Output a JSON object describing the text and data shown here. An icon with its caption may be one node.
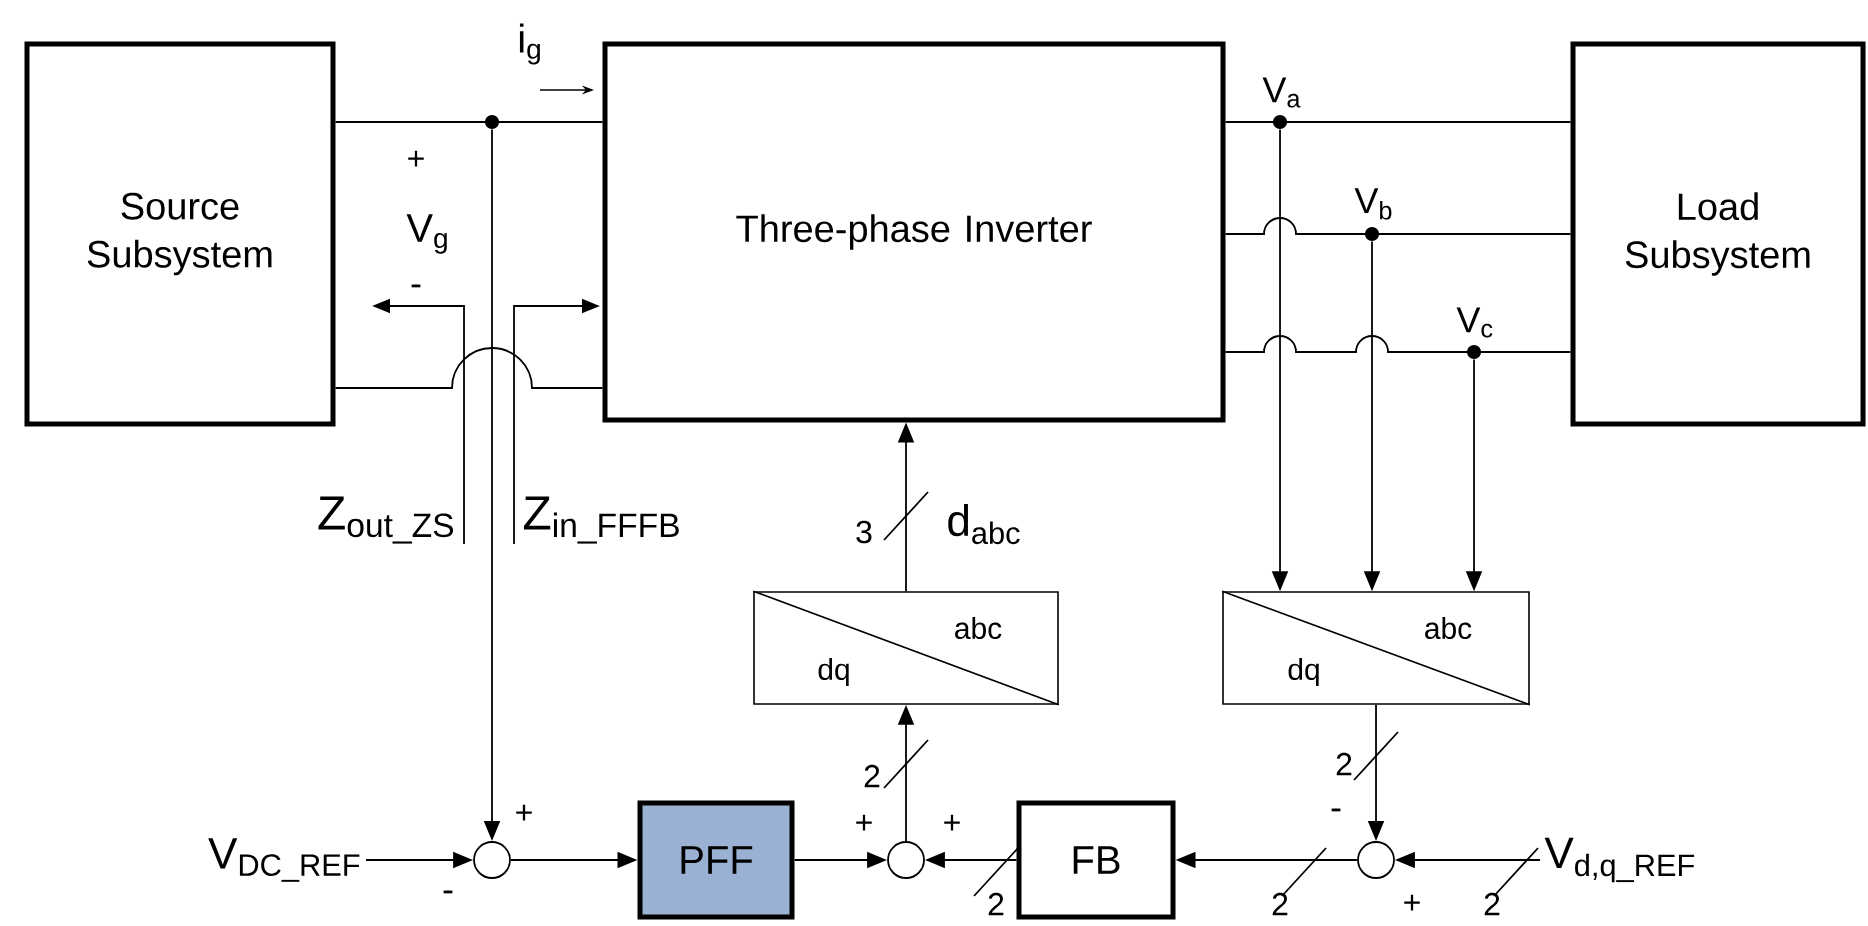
{
  "diagram": {
    "nodes": [
      {
        "text": [
          "Source Subsystem"
        ]
      },
      {
        "text": [
          "Three-phase Inverter"
        ]
      },
      {
        "text": [
          "Load Subsystem"
        ]
      },
      {
        "text": [],
        "shape": "dot"
      },
      {
        "text": [],
        "shape": "dot",
        "beside": [
          "V$_{a}$"
        ]
      },
      {
        "text": [],
        "shape": "dot",
        "beside": [
          "V$_{b}$"
        ]
      },
      {
        "text": [],
        "shape": "dot",
        "beside": [
          "V$_{c}$"
        ]
      },
      {
        "text": [
          "abc",
          "dq"
        ]
      },
      {
        "text": [
          "abc",
          "dq"
        ]
      },
      {
        "text": [
          "V$_{DC_REF}$"
        ]
      },
      {
        "text": [],
        "shape": "circle"
      },
      {
        "text": [
          "PFF"
        ]
      },
      {
        "text": [],
        "shape": "circle"
      },
      {
        "text": [
          "FB"
        ]
      },
      {
        "text": [],
        "shape": "circle"
      },
      {
        "text": [
          "V$_{d,q_REF}$"
        ]
      }
    ],
    "edges": [
      {
        "from": 0,
        "to": 1,
        "arrow": "none"
      },
      {
        "from": 0,
        "to": 1,
        "arrow": "none"
      },
      {
        "from": 3,
        "to": 10,
        "arrow": "to"
      },
      {
        "from": 1,
        "to": 2,
        "arrow": "none"
      },
      {
        "from": 1,
        "to": 2,
        "arrow": "none"
      },
      {
        "from": 1,
        "to": 2,
        "arrow": "none"
      },
      {
        "from": 4,
        "to": 8,
        "arrow": "to"
      },
      {
        "from": 5,
        "to": 8,
        "arrow": "to"
      },
      {
        "from": 6,
        "to": 8,
        "arrow": "to"
      },
      {
        "from": 7,
        "to": 1,
        "arrow": "to",
        "label": "d$_{abc}$"
      },
      {
        "from": 9,
        "to": 10,
        "arrow": "to"
      },
      {
        "from": 10,
        "to": 11,
        "arrow": "to"
      },
      {
        "from": 11,
        "to": 12,
        "arrow": "to"
      },
      {
        "from": 12,
        "to": 7,
        "arrow": "to"
      },
      {
        "from": 13,
        "to": 12,
        "arrow": "to"
      },
      {
        "from": 14,
        "to": 13,
        "arrow": "to"
      },
      {
        "from": 8,
        "to": 14,
        "arrow": "to"
      },
      {
        "from": 15,
        "to": 14,
        "arrow": "to"
      }
    ],
    "labels": [
      "i$_{g}$",
      "+",
      "V$_{g}$",
      "-",
      "Z$_{out_ZS}$",
      "Z$_{in_FFFB}$",
      "3",
      "2",
      "2",
      "+",
      "-",
      "+",
      "+",
      "-",
      "2",
      "2",
      "+",
      "2"
    ]
  }
}
